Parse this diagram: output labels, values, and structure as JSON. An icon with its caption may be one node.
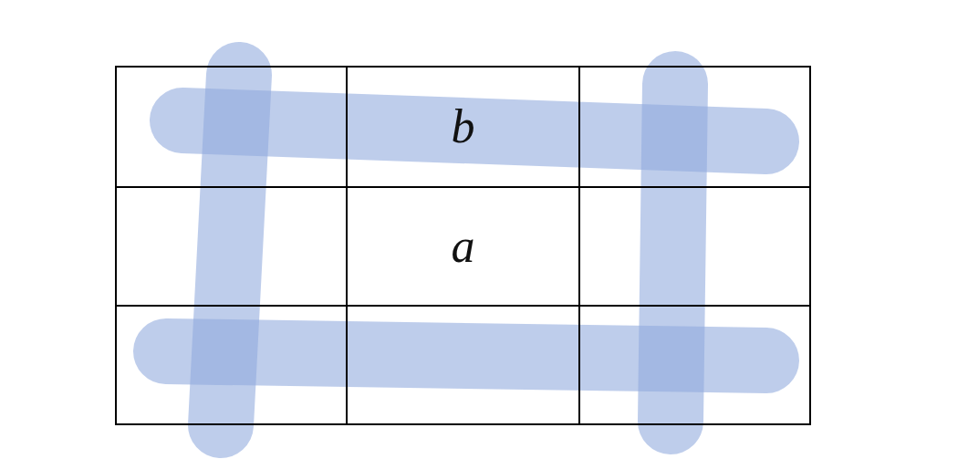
{
  "diagram": {
    "nodes": [
      {
        "text": [],
        "shape": "box"
      },
      {
        "text": [
          "b"
        ]
      },
      {
        "text": [],
        "shape": "box"
      },
      {
        "text": [],
        "shape": "box"
      },
      {
        "text": [
          "a"
        ]
      },
      {
        "text": [],
        "shape": "box"
      },
      {
        "text": [],
        "shape": "box"
      },
      {
        "text": [],
        "shape": "box"
      },
      {
        "text": [],
        "shape": "box"
      }
    ]
  }
}
